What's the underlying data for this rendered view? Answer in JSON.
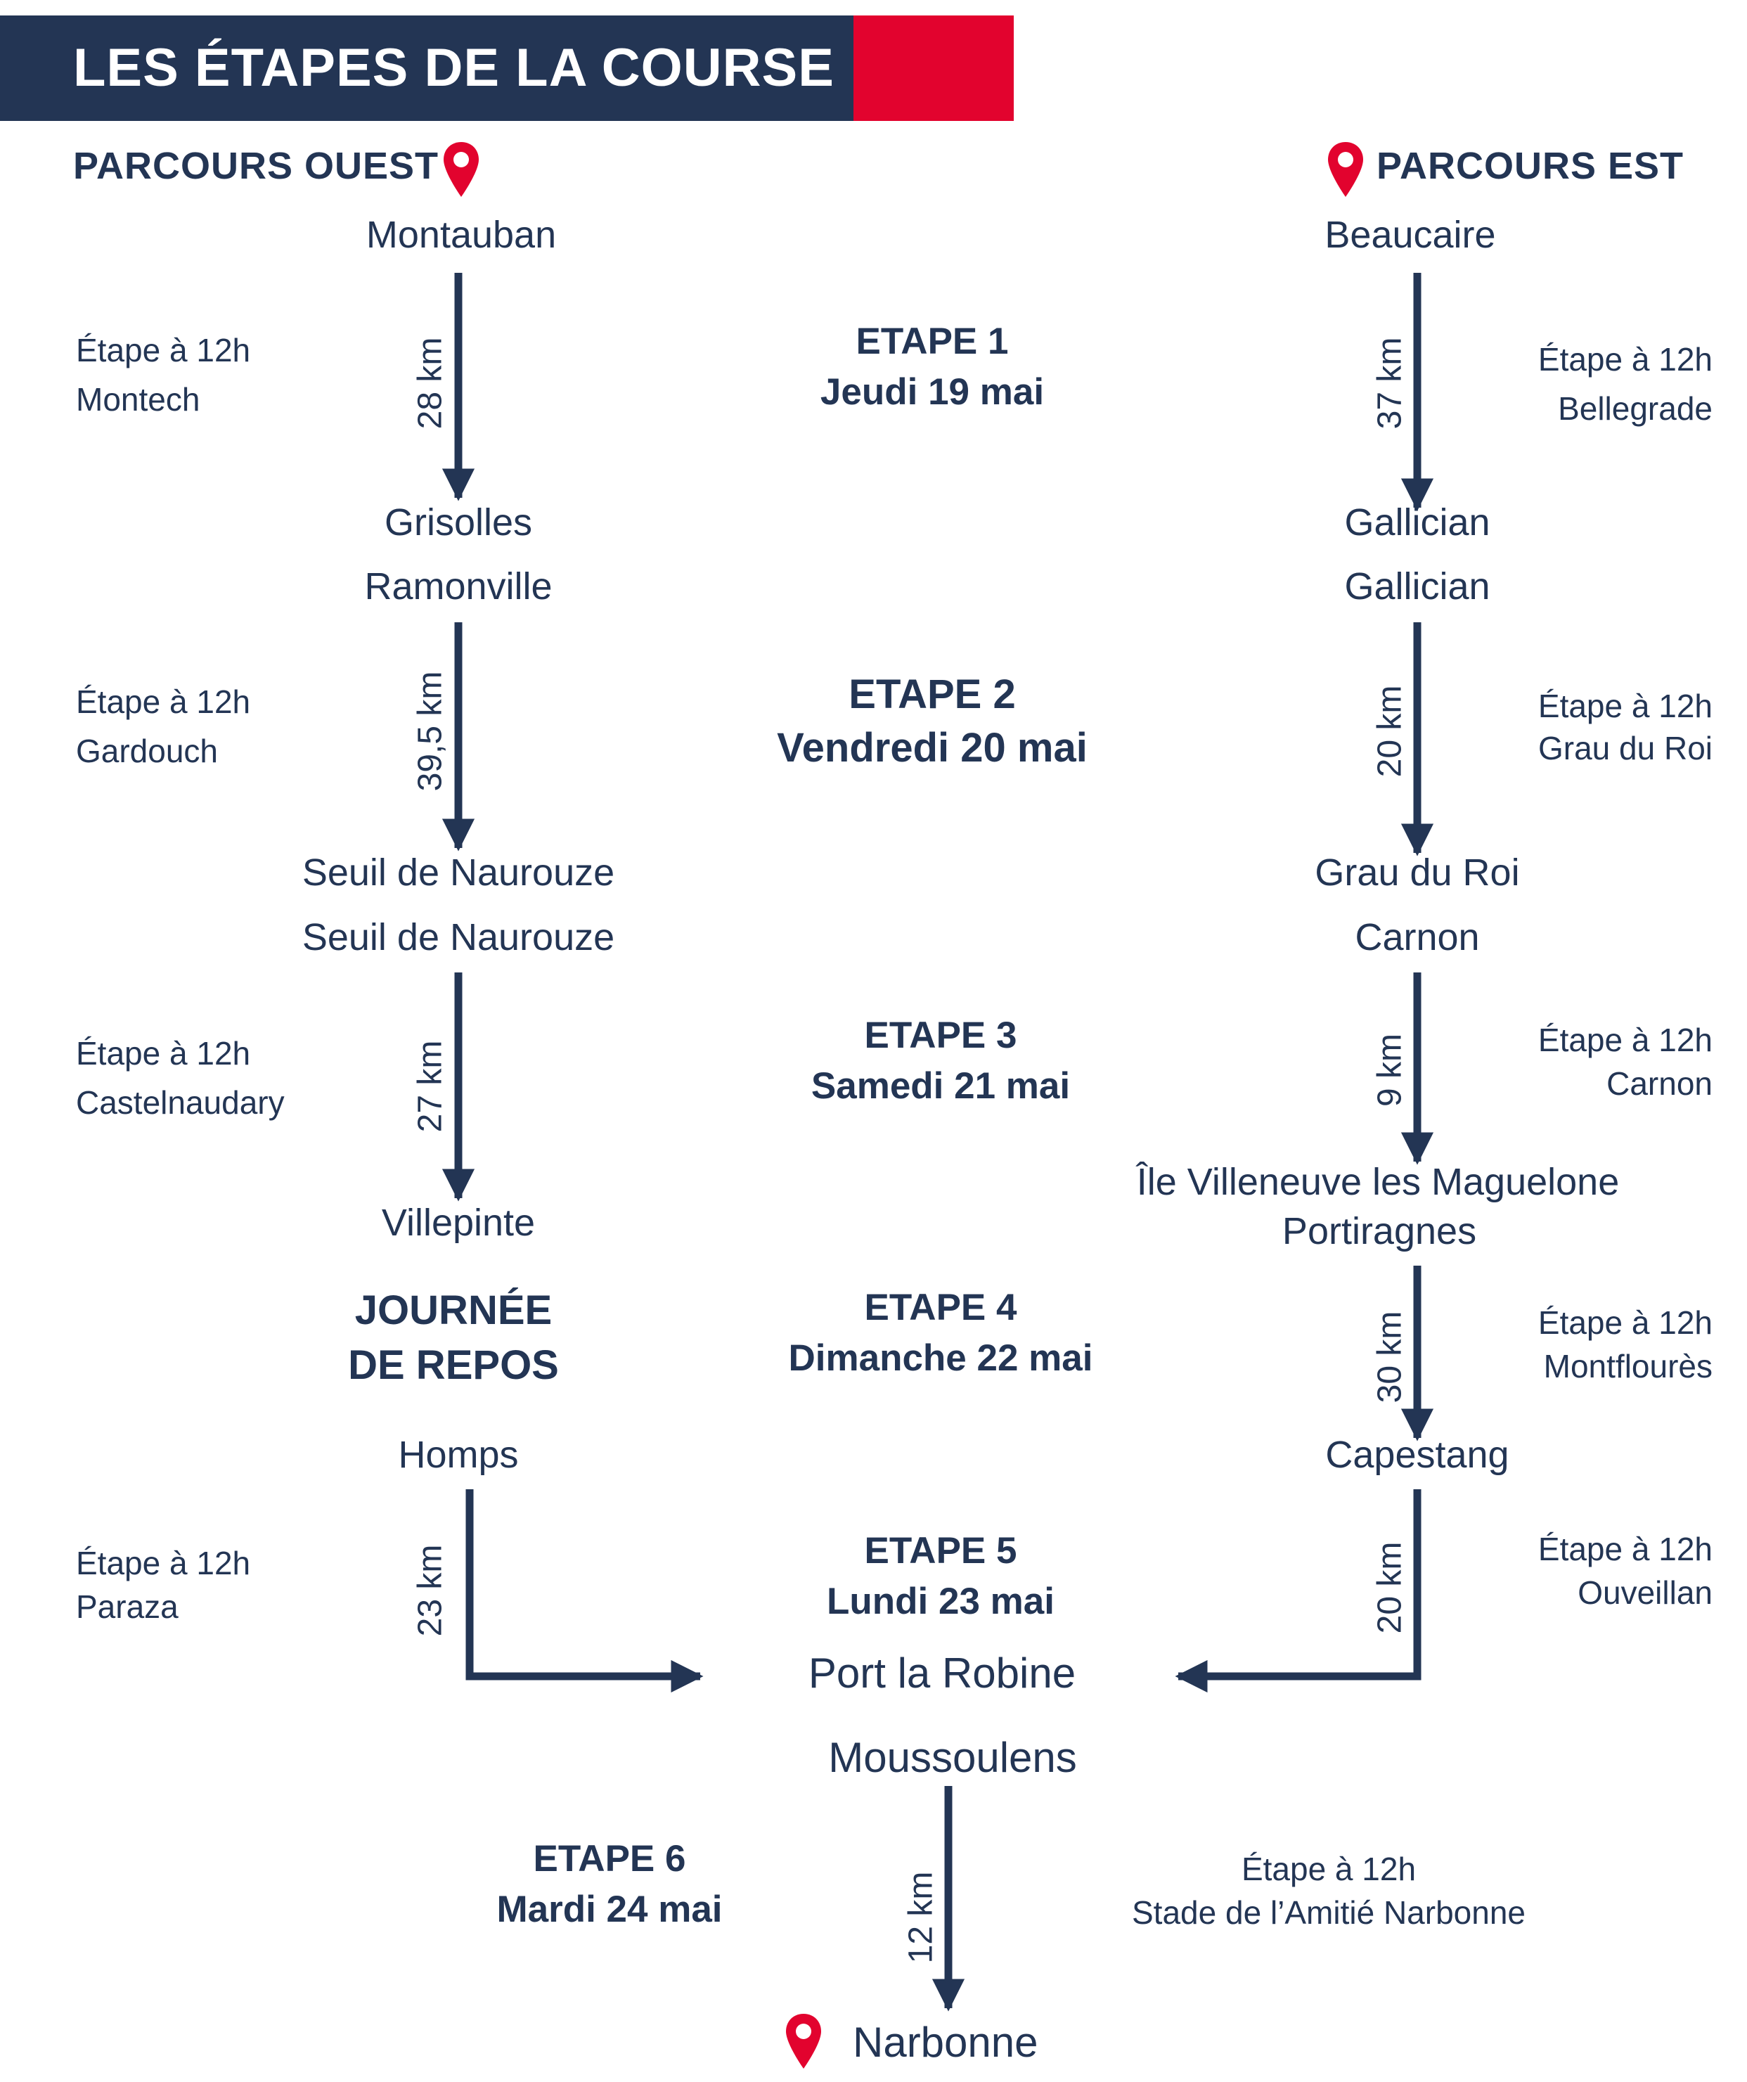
{
  "header": {
    "title": "LES ÉTAPES DE LA COURSE"
  },
  "colors": {
    "navy": "#233554",
    "red": "#e2032e",
    "white": "#ffffff"
  },
  "west": {
    "title": "PARCOURS OUEST",
    "icon": "map-pin-icon",
    "legs": [
      {
        "from": "Montauban",
        "to": "Grisolles",
        "distance": "28 km",
        "stop_label": "Étape à 12h",
        "stop_place": "Montech"
      },
      {
        "from": "Ramonville",
        "to": "Seuil de Naurouze",
        "distance": "39,5 km",
        "stop_label": "Étape à 12h",
        "stop_place": "Gardouch"
      },
      {
        "from": "Seuil de Naurouze",
        "to": "Villepinte",
        "distance": "27 km",
        "stop_label": "Étape à 12h",
        "stop_place": "Castelnaudary"
      },
      {
        "from": "Homps",
        "to": "",
        "distance": "23 km",
        "stop_label": "Étape à 12h",
        "stop_place": "Paraza"
      }
    ],
    "rest_day": [
      "JOURNÉE",
      "DE REPOS"
    ]
  },
  "east": {
    "title": "PARCOURS EST",
    "icon": "map-pin-icon",
    "legs": [
      {
        "from": "Beaucaire",
        "to": "Gallician",
        "distance": "37 km",
        "stop_label": "Étape à 12h",
        "stop_place": "Bellegrade"
      },
      {
        "from": "Gallician",
        "to": "Grau du Roi",
        "distance": "20 km",
        "stop_label": "Étape à 12h",
        "stop_place": "Grau du Roi"
      },
      {
        "from": "Carnon",
        "to": "Île Villeneuve les Maguelone",
        "distance": "9 km",
        "stop_label": "Étape à 12h",
        "stop_place": "Carnon"
      },
      {
        "from": "Portiragnes",
        "to": "Capestang",
        "distance": "30 km",
        "stop_label": "Étape à 12h",
        "stop_place": "Montflourès"
      },
      {
        "from": "Capestang",
        "to": "",
        "distance": "20 km",
        "stop_label": "Étape à 12h",
        "stop_place": "Ouveillan"
      }
    ]
  },
  "stages": [
    {
      "name": "ETAPE 1",
      "date": "Jeudi 19 mai"
    },
    {
      "name": "ETAPE 2",
      "date": "Vendredi 20 mai"
    },
    {
      "name": "ETAPE 3",
      "date": "Samedi 21 mai"
    },
    {
      "name": "ETAPE 4",
      "date": "Dimanche 22 mai"
    },
    {
      "name": "ETAPE 5",
      "date": "Lundi 23 mai"
    },
    {
      "name": "ETAPE 6",
      "date": "Mardi 24 mai"
    }
  ],
  "finale": {
    "junction": "Port la Robine",
    "start": "Moussoulens",
    "distance": "12 km",
    "stop_label": "Étape à 12h",
    "stop_place": "Stade de l’Amitié Narbonne",
    "end": "Narbonne",
    "end_icon": "map-pin-icon"
  }
}
